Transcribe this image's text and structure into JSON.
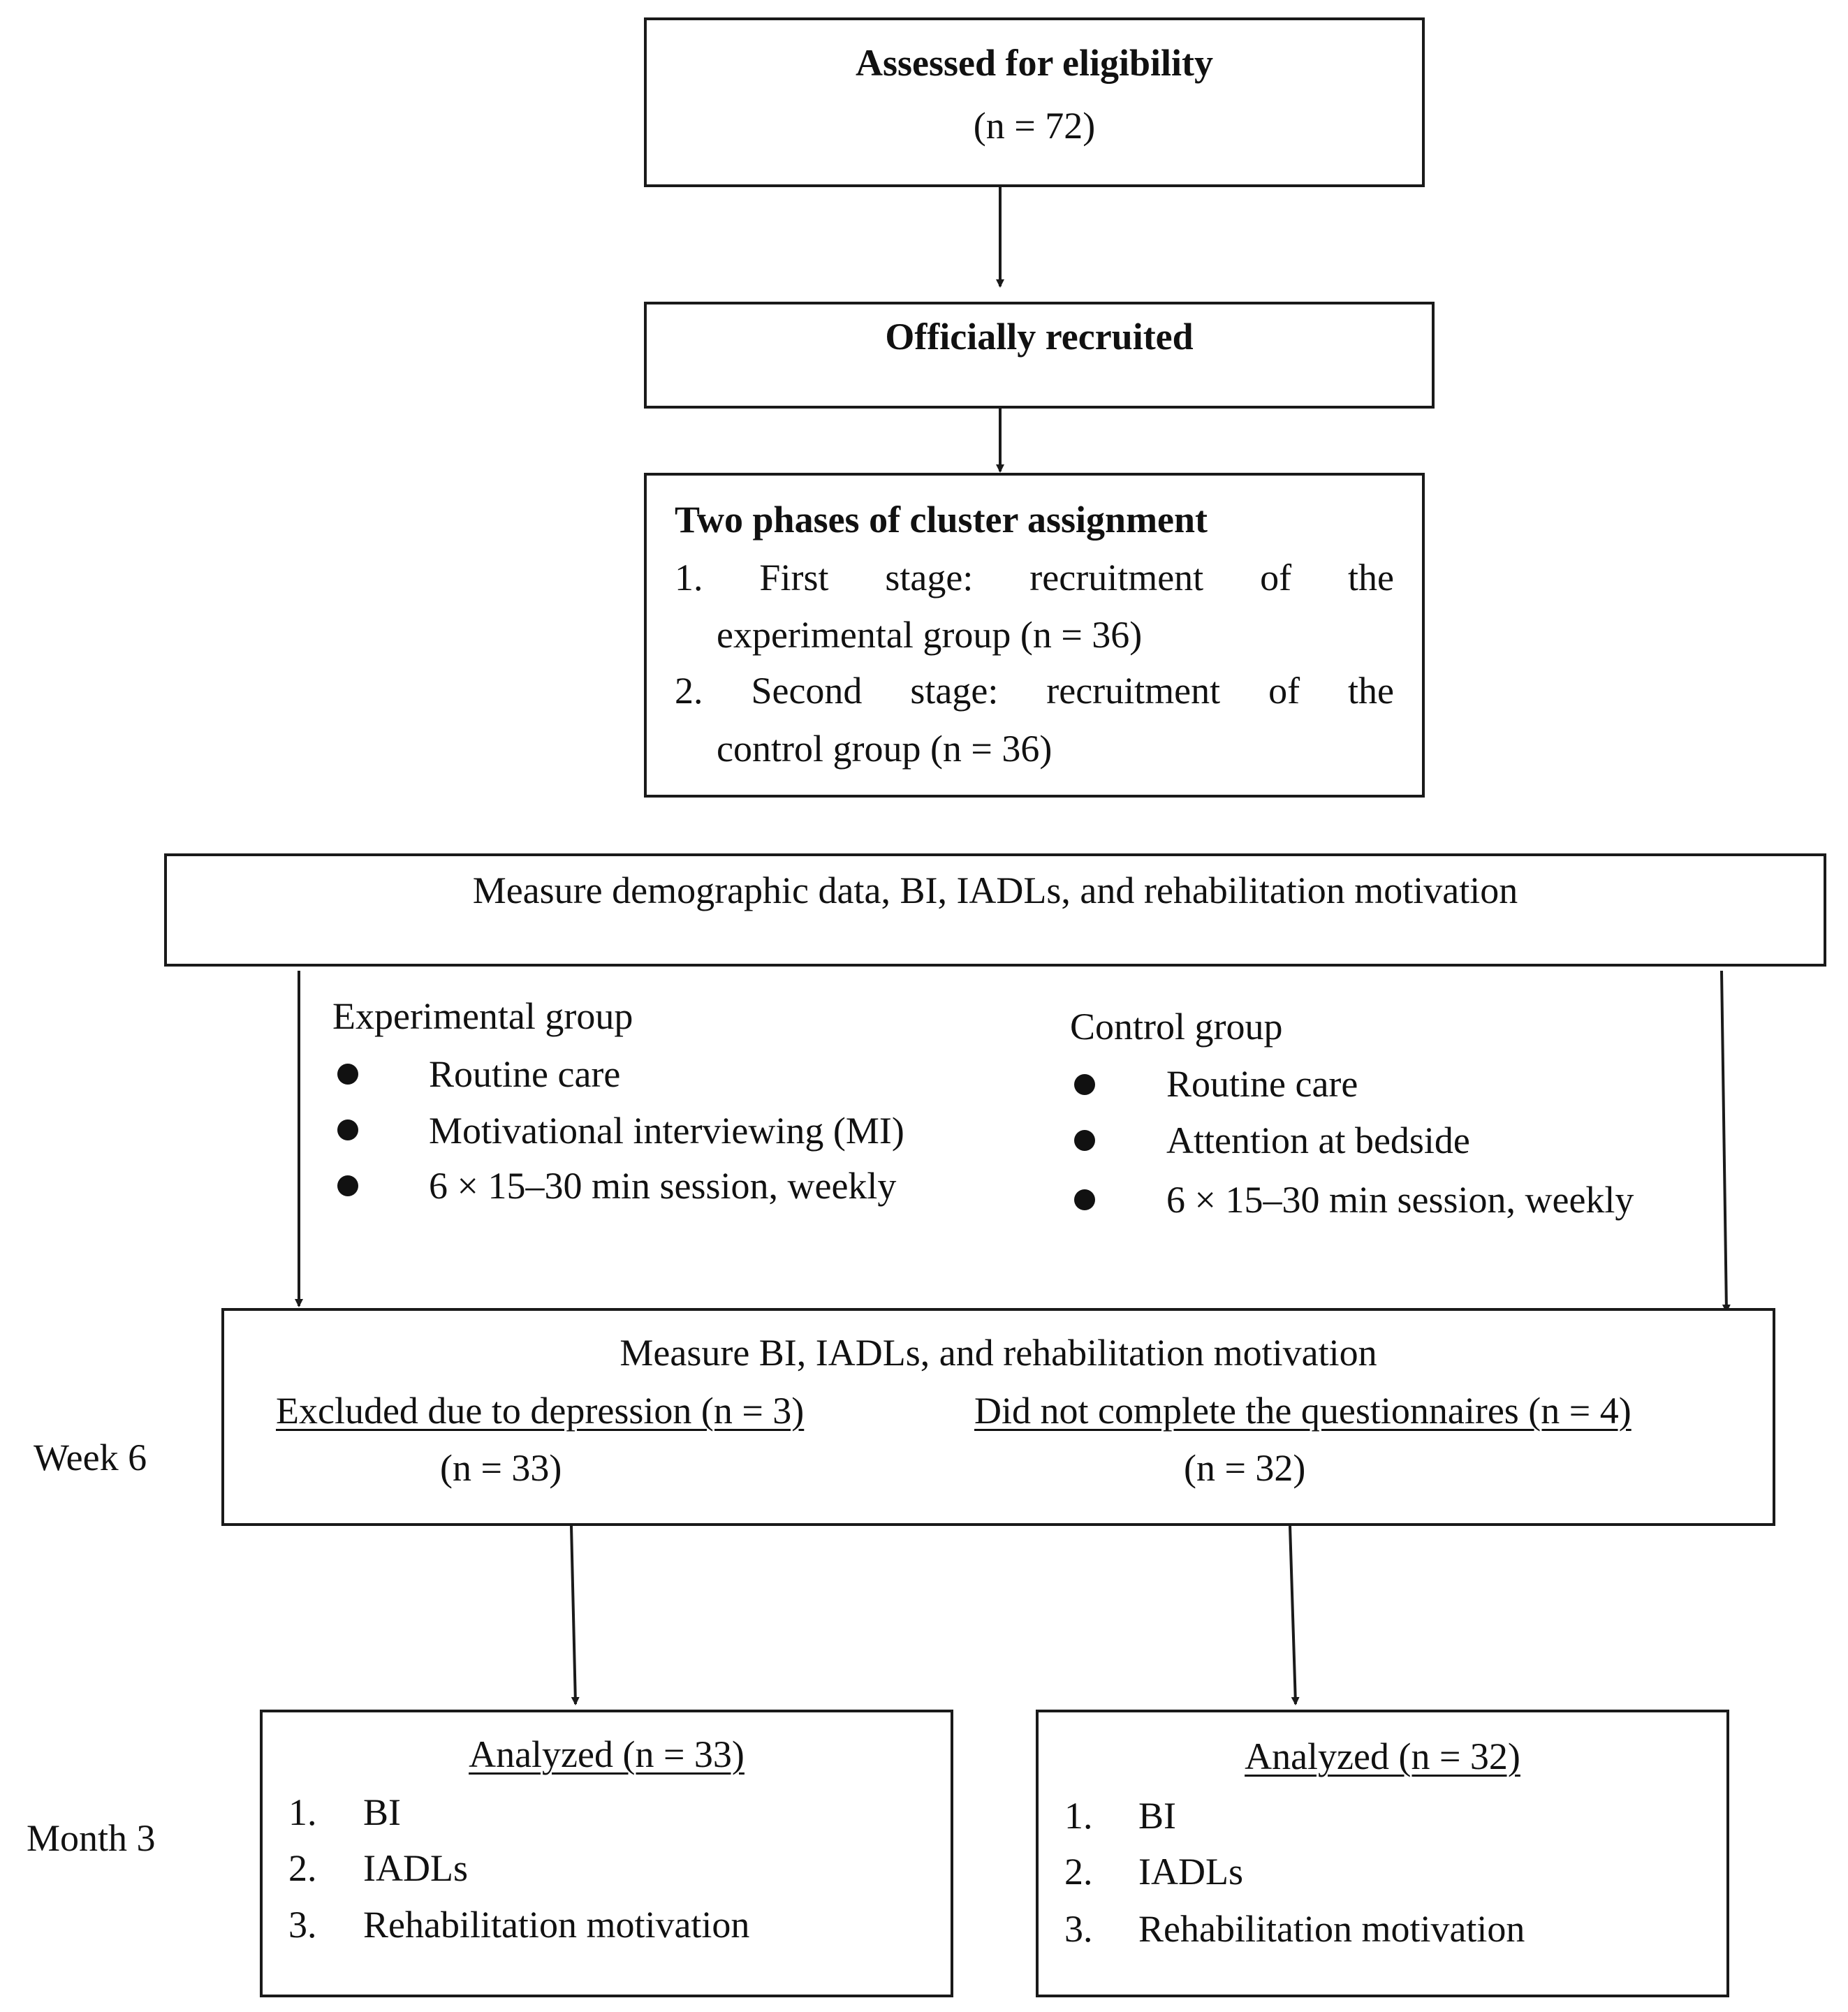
{
  "eligibility": {
    "title": "Assessed for eligibility",
    "count": "(n = 72)"
  },
  "recruited": {
    "title": "Officially recruited"
  },
  "cluster": {
    "title": "Two phases of cluster assignment",
    "item1_line1": "1.  First  stage:  recruitment  of  the",
    "item1_line2": "experimental group (n = 36)",
    "item2_line1": "2.  Second  stage:  recruitment  of  the",
    "item2_line2": "control group (n = 36)"
  },
  "baseline": {
    "text": "Measure demographic data, BI, IADLs, and rehabilitation motivation"
  },
  "experimental": {
    "title": "Experimental group",
    "items": [
      "Routine care",
      "Motivational interviewing (MI)",
      "6 × 15–30 min session, weekly"
    ]
  },
  "control": {
    "title": "Control group",
    "items": [
      "Routine care",
      "Attention at bedside",
      "6 × 15–30 min session, weekly"
    ]
  },
  "week6": {
    "label": "Week 6",
    "title": "Measure BI, IADLs, and rehabilitation motivation",
    "excluded_left": "Excluded due to depression (n = 3)",
    "excluded_right": "Did not complete the questionnaires (n = 4)",
    "count_left": "(n = 33)",
    "count_right": "(n = 32)"
  },
  "month3": {
    "label": "Month 3",
    "left": {
      "title": "Analyzed (n = 33)",
      "items": [
        "1.",
        "BI",
        "2.",
        "IADLs",
        "3.",
        "Rehabilitation motivation"
      ]
    },
    "right": {
      "title": "Analyzed (n = 32)",
      "items": [
        "1.",
        "BI",
        "2.",
        "IADLs",
        "3.",
        "Rehabilitation motivation"
      ]
    }
  }
}
